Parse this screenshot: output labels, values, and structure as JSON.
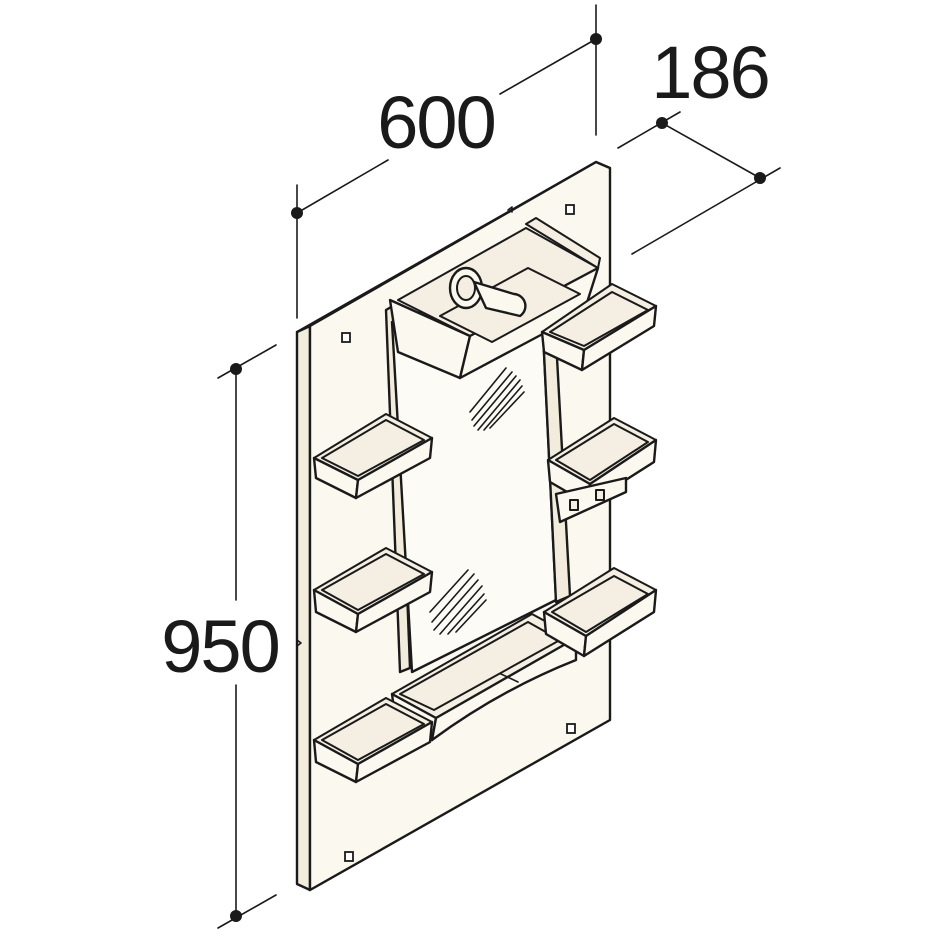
{
  "dimensions": {
    "width": "600",
    "depth": "186",
    "height": "950"
  },
  "colors": {
    "line": "#1a1a1a",
    "panel": "#fbf8ef",
    "background": "#ffffff"
  }
}
